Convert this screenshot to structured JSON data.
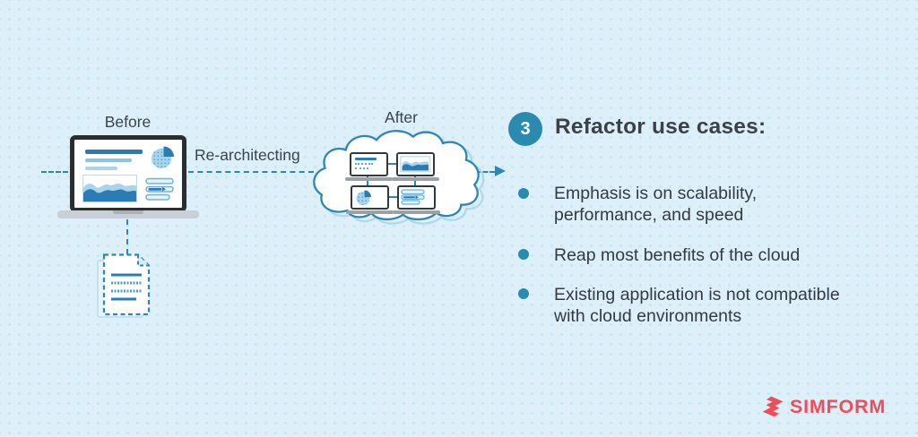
{
  "page": {
    "bg_color": "#ddf0fa",
    "dot_color": "#c9e7f6"
  },
  "flow": {
    "before_label": "Before",
    "transition_label": "Re-architecting",
    "after_label": "After",
    "line_color": "#2e86b5"
  },
  "icons": {
    "laptop": "laptop-dashboard-icon",
    "document": "dashed-document-icon",
    "cloud": "cloud-with-monitors-icon",
    "arrow": "dashed-arrow-icon",
    "brand_mark": "simform-logo-mark"
  },
  "section": {
    "number": "3",
    "title": "Refactor use cases:",
    "badge_color": "#2b8ab0",
    "bullets": [
      "Emphasis is on scalability,\nperformance, and speed",
      "Reap most benefits of the cloud",
      "Existing application is not compatible\nwith cloud environments"
    ]
  },
  "brand": {
    "name": "SIMFORM",
    "color": "#ee4e5a"
  }
}
